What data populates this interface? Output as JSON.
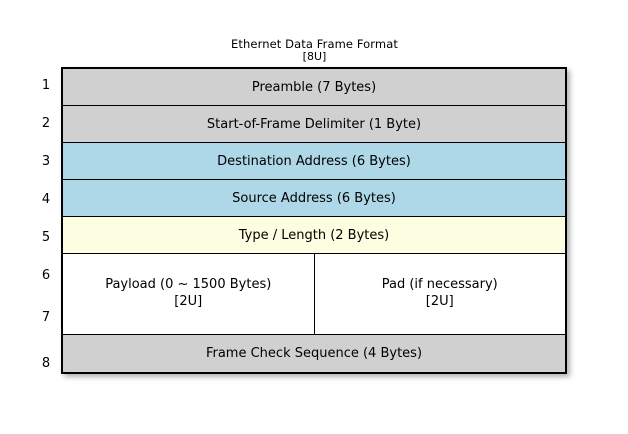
{
  "figure": {
    "title": "Ethernet Data Frame Format",
    "subtitle": "[8U]"
  },
  "colors": {
    "grey": "#d0d0d0",
    "blue": "#aed7e7",
    "yellow": "#fdfde1",
    "white": "#ffffff",
    "border": "#000000",
    "background": "#ffffff"
  },
  "row_numbers": [
    "1",
    "2",
    "3",
    "4",
    "5",
    "6",
    "7",
    "8"
  ],
  "rows": [
    {
      "number": "1",
      "label": "Preamble (7 Bytes)",
      "fill": "grey"
    },
    {
      "number": "2",
      "label": "Start-of-Frame Delimiter (1 Byte)",
      "fill": "grey"
    },
    {
      "number": "3",
      "label": "Destination Address (6 Bytes)",
      "fill": "blue"
    },
    {
      "number": "4",
      "label": "Source Address (6 Bytes)",
      "fill": "blue"
    },
    {
      "number": "5",
      "label": "Type / Length (2 Bytes)",
      "fill": "yellow"
    },
    {
      "number": "6-7",
      "fill": "white",
      "split": true,
      "cells": [
        {
          "label": "Payload (0 ~ 1500 Bytes)",
          "note": "[2U]"
        },
        {
          "label": "Pad (if necessary)",
          "note": "[2U]"
        }
      ]
    },
    {
      "number": "8",
      "label": "Frame Check Sequence (4 Bytes)",
      "fill": "grey"
    }
  ]
}
